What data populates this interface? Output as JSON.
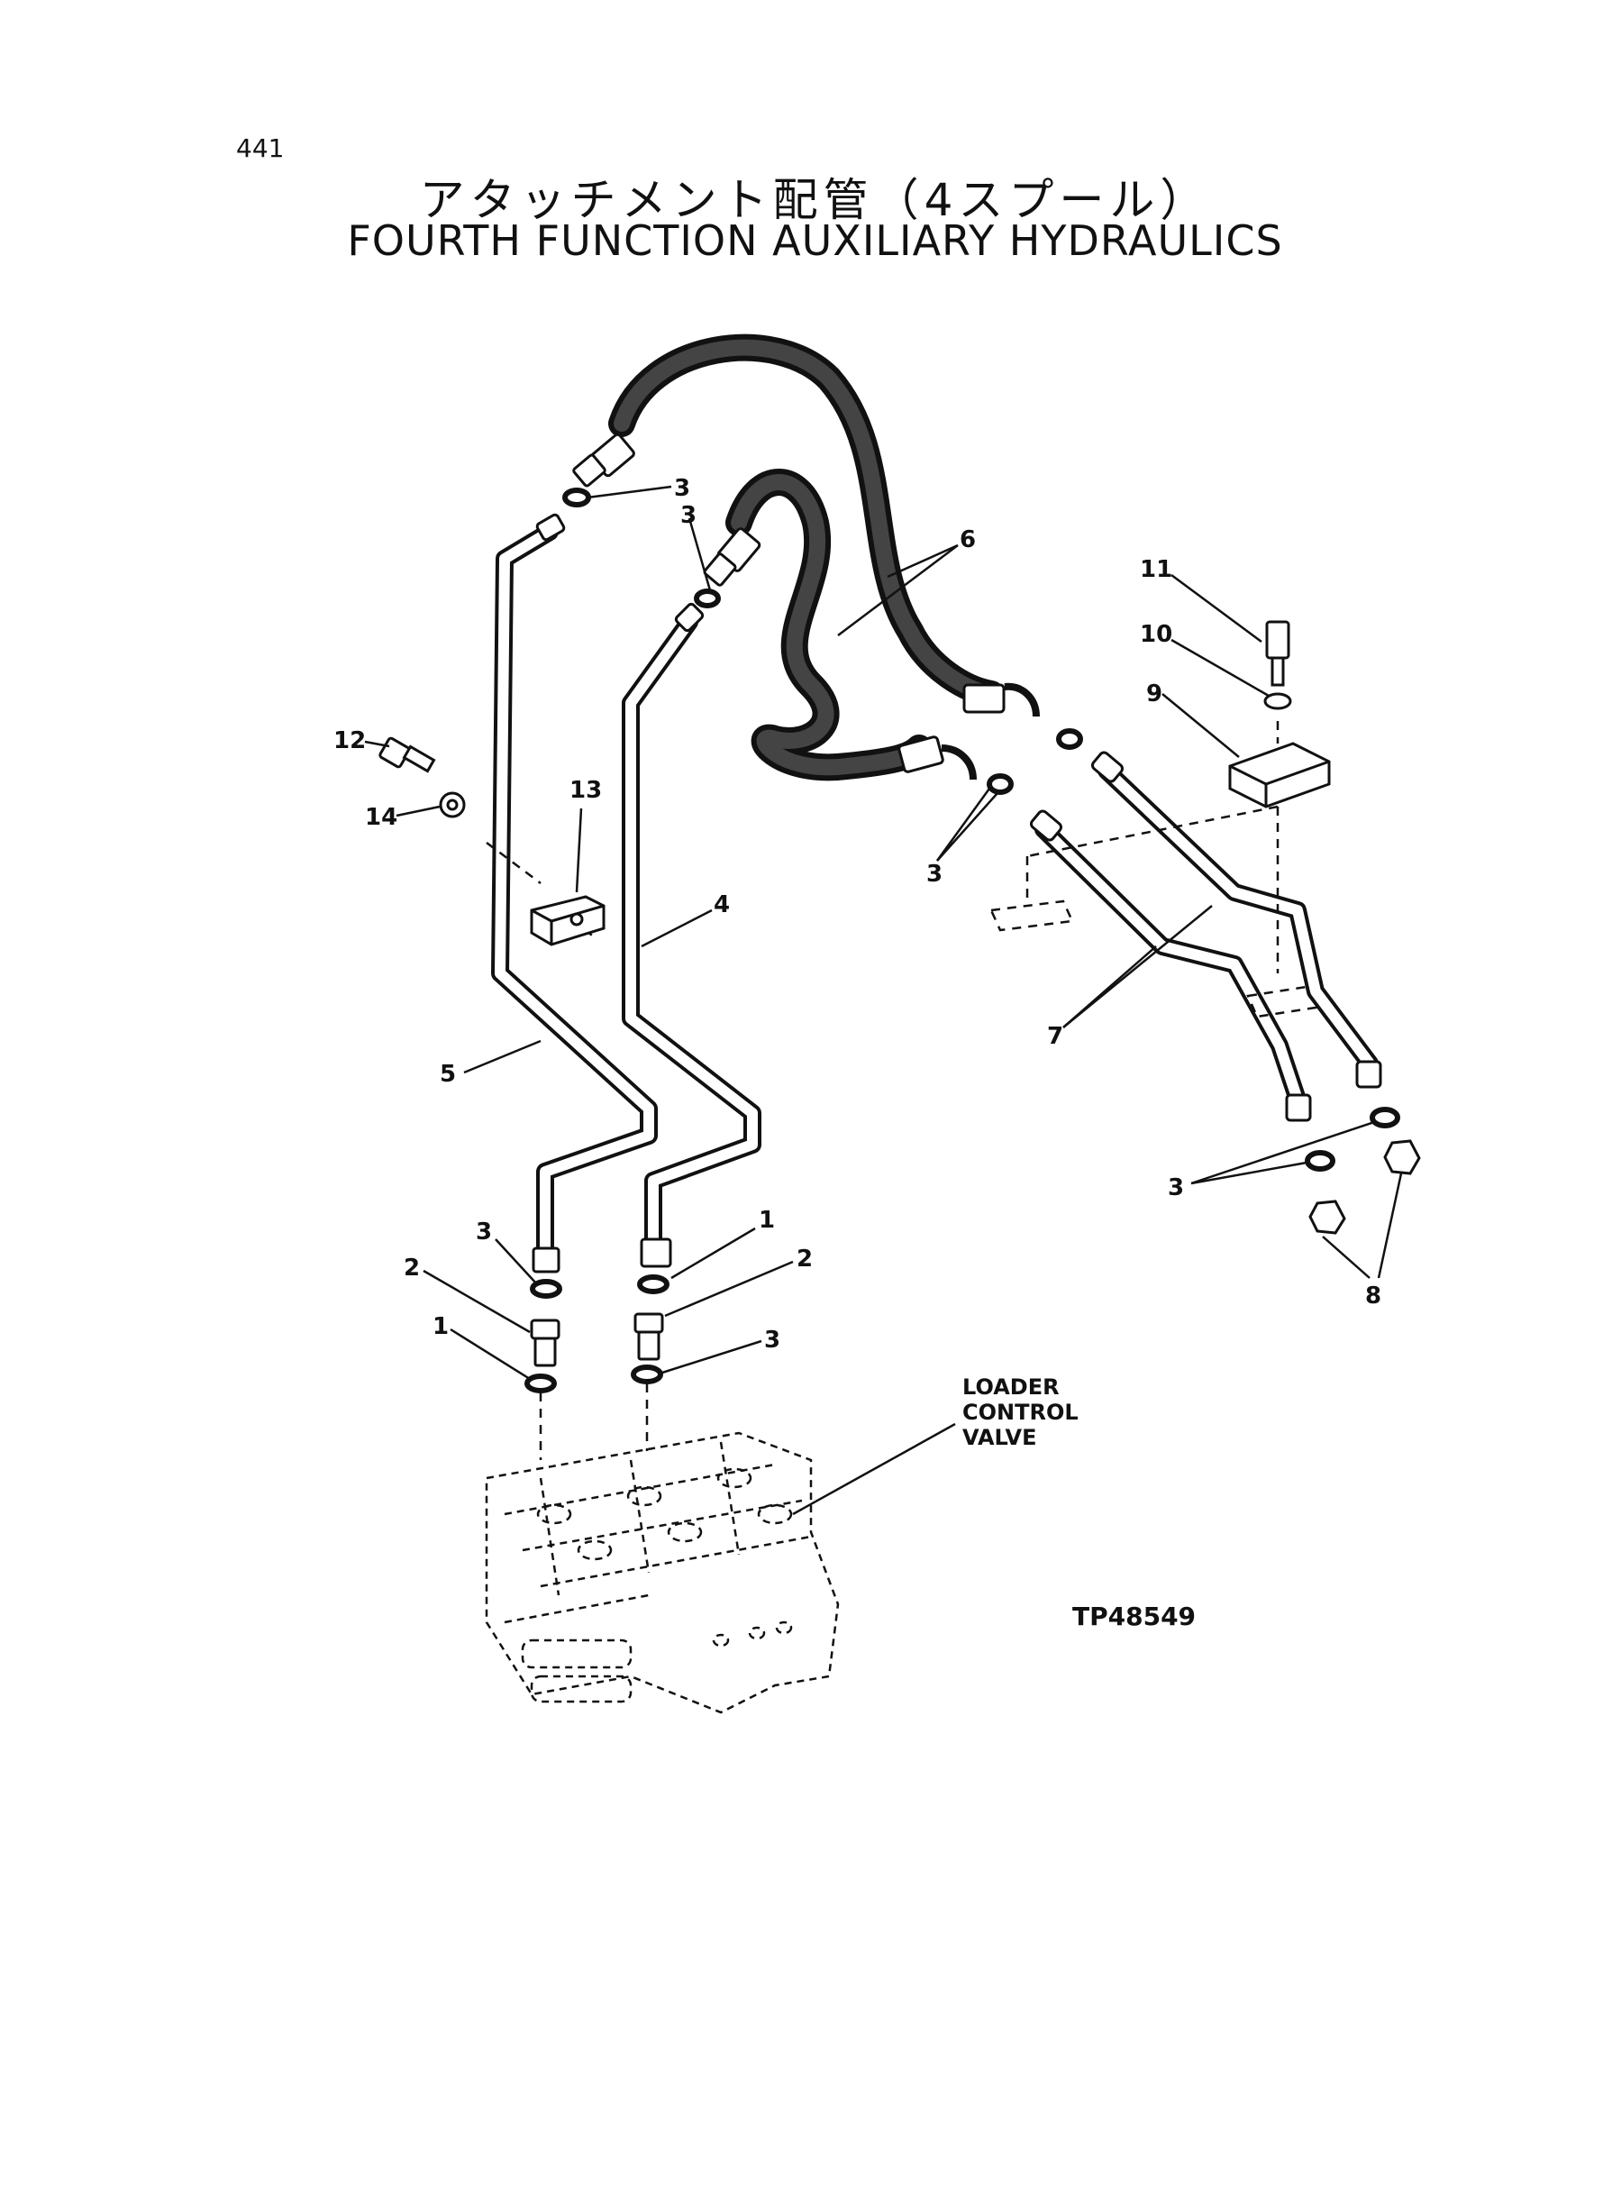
{
  "page_number": "441",
  "title_jp": "アタッチメント配管（4スプール）",
  "title_en": "FOURTH FUNCTION AUXILIARY HYDRAULICS",
  "figure_id": "TP48549",
  "valve_label": [
    "LOADER",
    "CONTROL",
    "VALVE"
  ],
  "callouts": {
    "c3_top_left": "3",
    "c3_top_mid": "3",
    "c6": "6",
    "c11": "11",
    "c10": "10",
    "c9": "9",
    "c12": "12",
    "c13": "13",
    "c14": "14",
    "c3_mid_right": "3",
    "c4": "4",
    "c7": "7",
    "c5": "5",
    "c3_lower_right": "3",
    "c8": "8",
    "c1_right": "1",
    "c3_left": "3",
    "c2_right": "2",
    "c2_left": "2",
    "c3_right_lower": "3",
    "c1_left": "1"
  }
}
